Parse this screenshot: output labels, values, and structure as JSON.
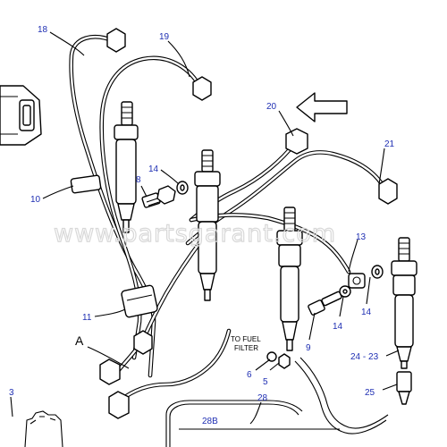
{
  "callouts": {
    "c18": "18",
    "c19": "19",
    "c20": "20",
    "c21": "21",
    "c10": "10",
    "c14a": "14",
    "c8": "8",
    "c13": "13",
    "c11": "11",
    "c14b": "14",
    "c14c": "14",
    "c9": "9",
    "c6": "6",
    "c5": "5",
    "c2423": "24 - 23",
    "c25": "25",
    "c3": "3",
    "c28": "28",
    "c28b": "28B"
  },
  "view_label": "A",
  "note": {
    "line1": "TO FUEL",
    "line2": "FILTER"
  },
  "watermark": "www.partsgarant.com",
  "arrow_icon": "hollow-left-arrow",
  "colors": {
    "callout": "#1f2fb3",
    "line": "#000000",
    "watermark": "#d8d8d8"
  }
}
